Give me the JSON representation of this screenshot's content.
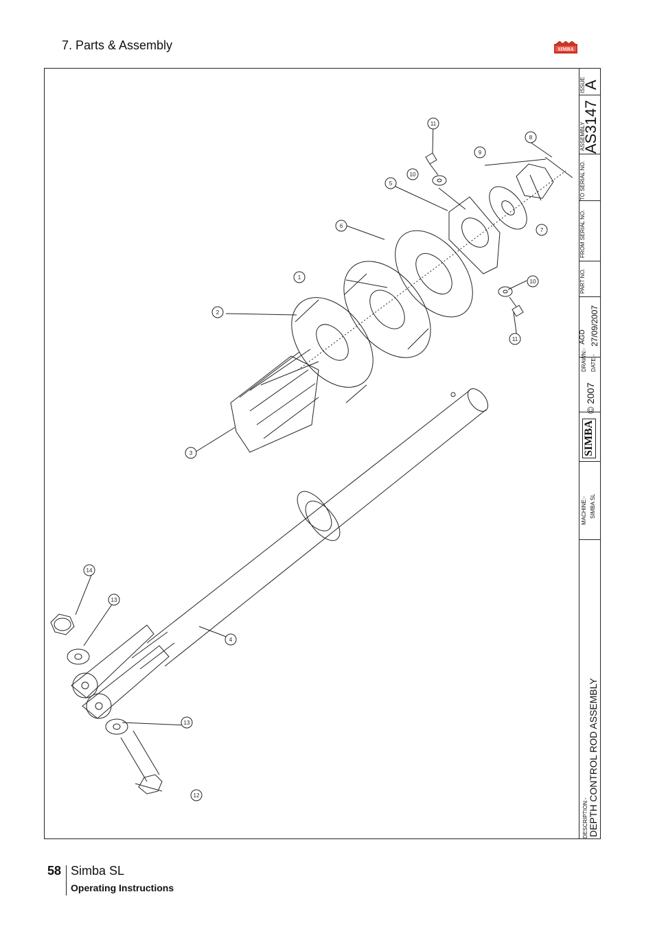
{
  "header": {
    "section": "7. Parts & Assembly",
    "logo_text": "SIMBA"
  },
  "title_block": {
    "description_label": "DESCRIPTION:-",
    "description": "DEPTH CONTROL ROD ASSEMBLY",
    "machine_label": "MACHINE:-",
    "machine": "SIMBA SL",
    "brand": "SIMBA",
    "copyright": "© 2007",
    "drawn_label": "DRAWN:-",
    "drawn_by": "AGD",
    "date_label": "DATE:-",
    "date": "27/09/2007",
    "part_no_label": "PART NO.",
    "from_serial_label": "FROM SERIAL NO.",
    "to_serial_label": "TO SERIAL NO.",
    "assembly_label": "ASSEMBLY",
    "assembly_no": "AS3147",
    "issue_label": "ISSUE",
    "issue": "A"
  },
  "callouts": [
    "1",
    "2",
    "3",
    "4",
    "5",
    "6",
    "7",
    "8",
    "9",
    "10",
    "10",
    "11",
    "11",
    "12",
    "13",
    "13",
    "14"
  ],
  "footer": {
    "page_number": "58",
    "product": "Simba SL",
    "subtitle": "Operating Instructions"
  }
}
